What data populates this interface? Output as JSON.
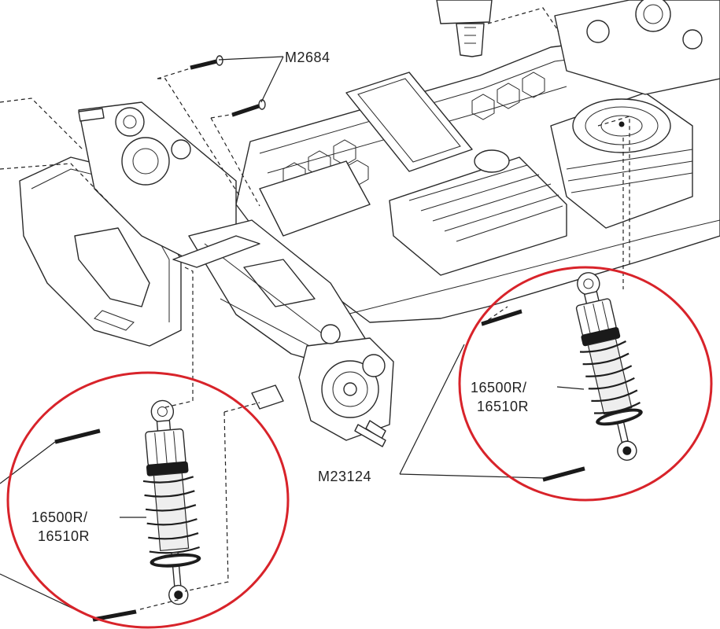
{
  "callouts": {
    "screw_top": "M2684",
    "screw_bottom": "M23124",
    "shock_right_line1": "16500R/",
    "shock_right_line2": "16510R",
    "shock_left_line1": "16500R/",
    "shock_left_line2": "16510R"
  },
  "colors": {
    "highlight_circle": "#d8232a",
    "line_art": "#2a2a2a",
    "background": "#ffffff"
  }
}
